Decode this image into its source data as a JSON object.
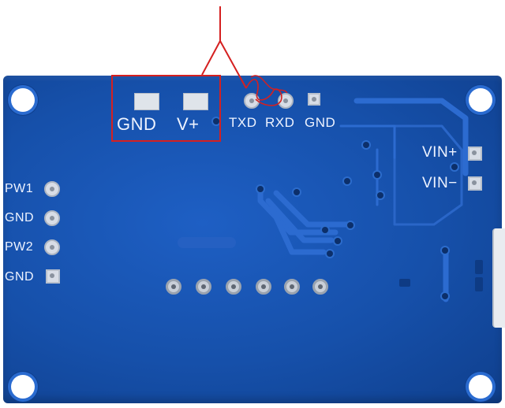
{
  "image": {
    "description_free_labels": true
  },
  "labels": {
    "gnd_top": "GND",
    "vplus": "V+",
    "txd": "TXD",
    "rxd": "RXD",
    "gnd_uart": "GND",
    "vin_plus": "VIN+",
    "vin_minus": "VIN−",
    "pw1": "PW1",
    "gnd_left_1": "GND",
    "pw2": "PW2",
    "gnd_left_2": "GND"
  },
  "colors": {
    "board": "#1650aa",
    "silkscreen": "#eef3ff",
    "annotation": "#d52020",
    "pad": "#d8dde6"
  }
}
